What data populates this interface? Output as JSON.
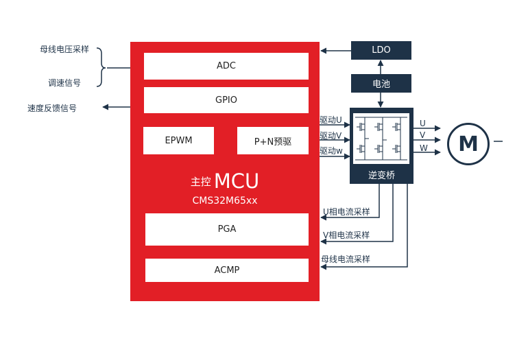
{
  "colors": {
    "mcu_red": "#e21f26",
    "navy": "#1e3247",
    "white": "#ffffff"
  },
  "left_labels": {
    "bus_voltage_sampling": "母线电压采样",
    "speed_control_signal": "调速信号",
    "speed_feedback_signal": "速度反馈信号"
  },
  "mcu": {
    "blocks": {
      "adc": "ADC",
      "gpio": "GPIO",
      "epwm": "EPWM",
      "pn_predrive": "P+N预驱",
      "pga": "PGA",
      "acmp": "ACMP"
    },
    "title_prefix": "主控",
    "title_main": "MCU",
    "part_number": "CMS32M65xx"
  },
  "power": {
    "ldo": "LDO",
    "battery": "电池"
  },
  "inverter": {
    "label": "逆变桥",
    "drive_inputs": [
      "驱动U",
      "驱动V",
      "驱动w"
    ],
    "phase_outputs": [
      "U",
      "V",
      "W"
    ]
  },
  "motor": {
    "symbol": "M"
  },
  "current_sampling": [
    "U相电流采样",
    "V相电流采样",
    "母线电流采样"
  ]
}
